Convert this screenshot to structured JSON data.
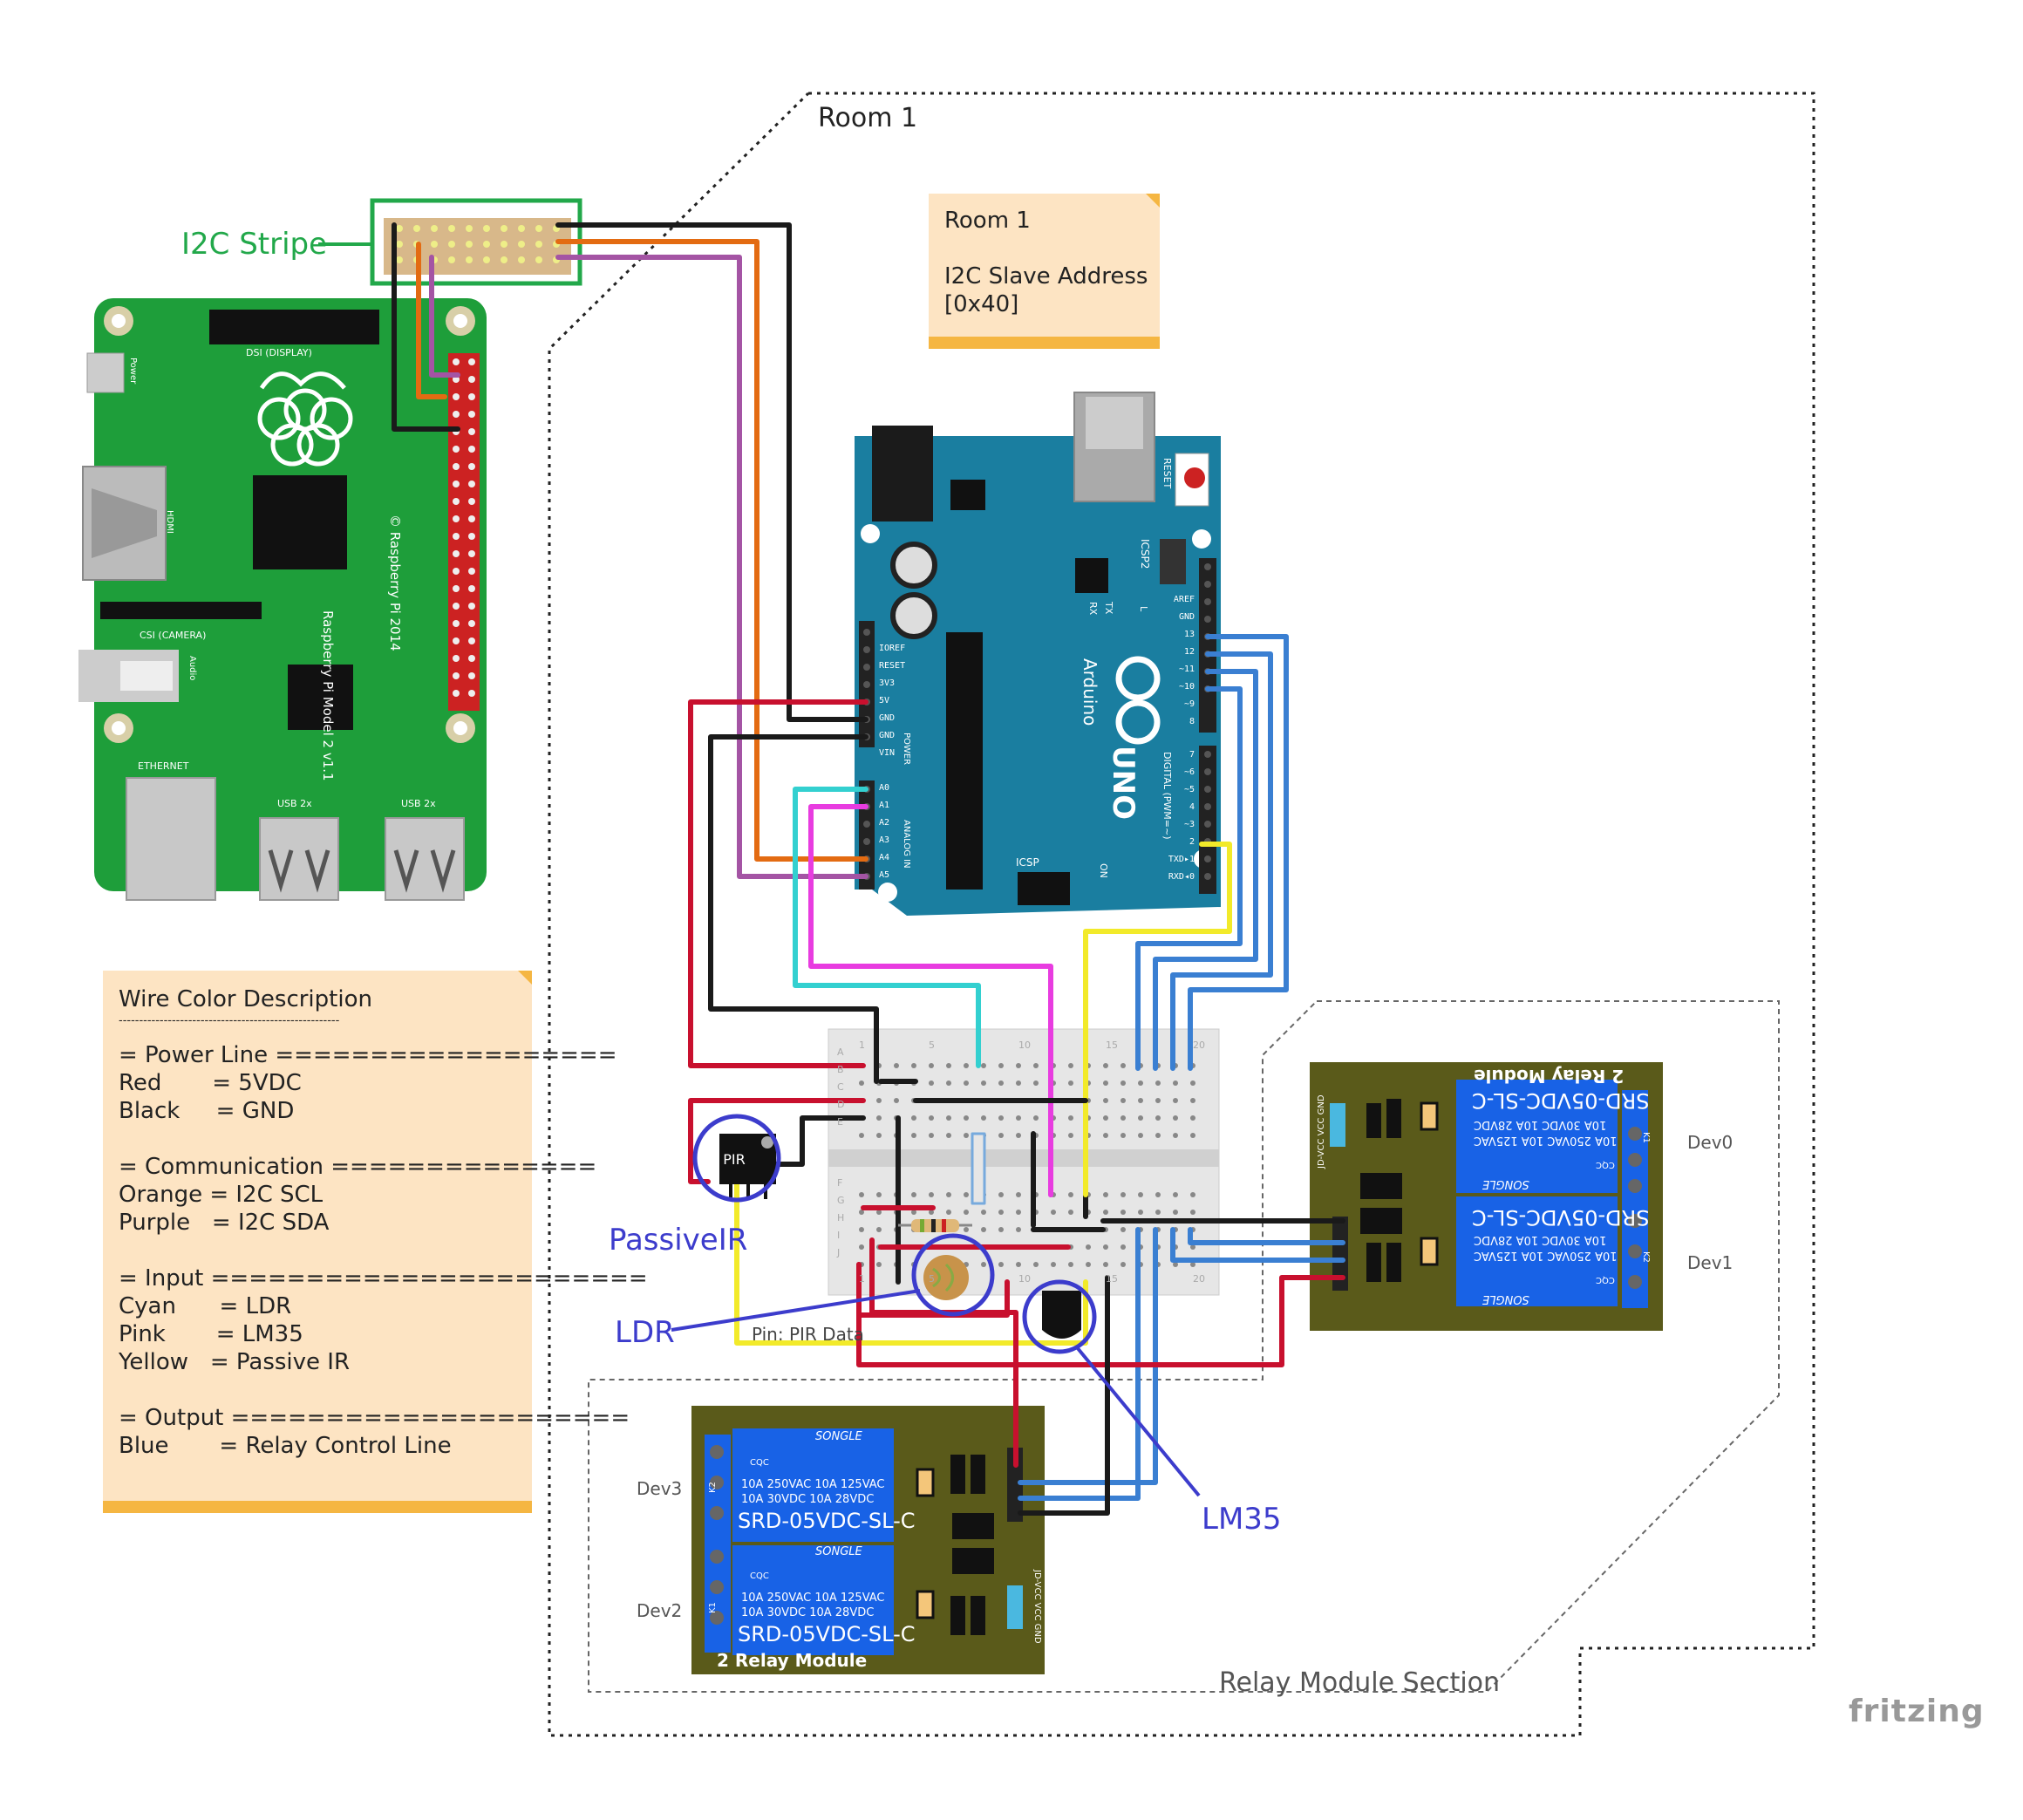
{
  "room": {
    "title": "Room 1"
  },
  "room_note": {
    "lines": [
      "Room 1",
      "",
      "I2C Slave Address",
      "[0x40]"
    ]
  },
  "legend": {
    "lines": [
      "Wire Color Description",
      "------------------------------------------------------",
      "= Power Line ==================",
      "Red       = 5VDC",
      "Black     = GND",
      "",
      "= Communication ==============",
      "Orange = I2C SCL",
      "Purple   = I2C SDA",
      "",
      "= Input =======================",
      "Cyan      = LDR",
      "Pink       = LM35",
      "Yellow   = Passive IR",
      "",
      "= Output =====================",
      "Blue       = Relay Control Line"
    ]
  },
  "labels": {
    "i2c_stripe": "I2C Stripe",
    "passive_ir": "PassiveIR",
    "ldr": "LDR",
    "lm35": "LM35",
    "pir_chip": "PIR",
    "pir_data": "Pin: PIR Data",
    "relay_section": "Relay Module Section",
    "dev0": "Dev0",
    "dev1": "Dev1",
    "dev2": "Dev2",
    "dev3": "Dev3",
    "fritzing": "fritzing"
  },
  "raspberry_pi": {
    "model": "Raspberry Pi Model 2 v1.1",
    "copyright": "© Raspberry Pi 2014",
    "dsi": "DSI (DISPLAY)",
    "csi": "CSI (CAMERA)",
    "hdmi": "HDMI",
    "audio": "Audio",
    "ethernet": "ETHERNET",
    "usb1": "USB 2x",
    "usb2": "USB 2x",
    "power": "Power"
  },
  "arduino": {
    "brand": "Arduino",
    "model": "UNO",
    "reset": "RESET",
    "icsp2": "ICSP2",
    "icsp": "ICSP",
    "power_header": [
      "IOREF",
      "RESET",
      "3V3",
      "5V",
      "GND",
      "GND",
      "VIN"
    ],
    "power_label": "POWER",
    "analog_header": [
      "A0",
      "A1",
      "A2",
      "A3",
      "A4",
      "A5"
    ],
    "analog_label": "ANALOG IN",
    "digital_top": [
      "AREF",
      "GND",
      "13",
      "12",
      "~11",
      "~10",
      "~9",
      "8"
    ],
    "digital_bottom": [
      "7",
      "~6",
      "~5",
      "4",
      "~3",
      "2",
      "TXD▸1",
      "RXD◂0"
    ],
    "digital_label": "DIGITAL (PWM=~)",
    "on": "ON",
    "l": "L",
    "tx": "TX",
    "rx": "RX"
  },
  "relay": {
    "title": "2 Relay Module",
    "model": "SRD-05VDC-SL-C",
    "rating1": "10A  250VAC  10A  125VAC",
    "rating2": "10A   30VDC  10A   28VDC",
    "brand": "SONGLE",
    "cqc": "CQC",
    "pins": "JD-VCC  VCC  GND",
    "k1": "K1",
    "k2": "K2"
  },
  "breadboard": {
    "cols": [
      "1",
      "5",
      "10",
      "15",
      "20"
    ],
    "rows_top": [
      "A",
      "B",
      "C",
      "D",
      "E"
    ],
    "rows_bottom": [
      "F",
      "G",
      "H",
      "I",
      "J"
    ]
  },
  "colors": {
    "red": "#c8102e",
    "black": "#1a1a1a",
    "orange": "#e36b12",
    "purple": "#a454a4",
    "cyan": "#33d0d0",
    "pink": "#e83ce0",
    "yellow": "#f2ea2a",
    "blue": "#3a7fd2",
    "pi_green": "#1e9e3a",
    "arduino_teal": "#1a7ea0",
    "relay_green": "#5a5a1a",
    "relay_blue": "#1862e6",
    "label_blue": "#3c3ccc",
    "stripe_green": "#22a84a"
  }
}
